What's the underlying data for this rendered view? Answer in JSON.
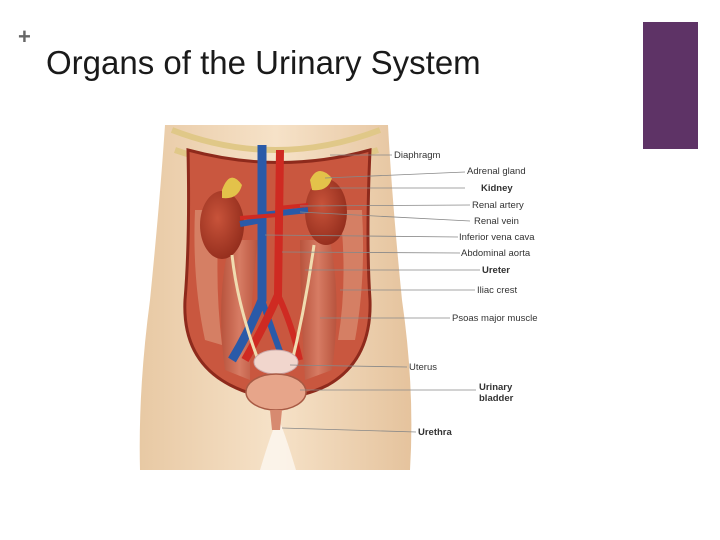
{
  "slide": {
    "title": "Organs of the Urinary System",
    "plus_glyph": "+",
    "accent_color": "#5e3366"
  },
  "diagram": {
    "labels": {
      "diaphragm": "Diaphragm",
      "adrenal_gland": "Adrenal gland",
      "kidney": "Kidney",
      "renal_artery": "Renal artery",
      "renal_vein": "Renal vein",
      "inferior_vena_cava": "Inferior vena cava",
      "abdominal_aorta": "Abdominal aorta",
      "ureter": "Ureter",
      "iliac_crest": "Iliac crest",
      "psoas_major_muscle": "Psoas major muscle",
      "uterus": "Uterus",
      "urinary_bladder_1": "Urinary",
      "urinary_bladder_2": "bladder",
      "urethra": "Urethra"
    }
  }
}
